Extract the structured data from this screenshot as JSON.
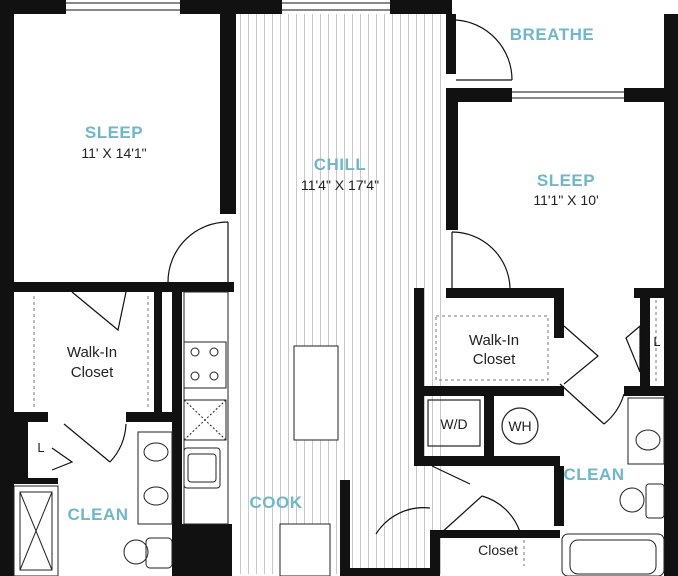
{
  "rooms": {
    "sleep1": {
      "name": "SLEEP",
      "dims": "11' X 14'1\""
    },
    "chill": {
      "name": "CHILL",
      "dims": "11'4\" X 17'4\""
    },
    "breathe": {
      "name": "BREATHE"
    },
    "sleep2": {
      "name": "SLEEP",
      "dims": "11'1\" X 10'"
    },
    "walkin1": {
      "line1": "Walk-In",
      "line2": "Closet"
    },
    "walkin2": {
      "line1": "Walk-In",
      "line2": "Closet"
    },
    "clean1": {
      "name": "CLEAN"
    },
    "clean2": {
      "name": "CLEAN"
    },
    "cook": {
      "name": "COOK"
    },
    "closet": {
      "name": "Closet"
    },
    "wd": {
      "label": "W/D"
    },
    "wh": {
      "label": "WH"
    },
    "linen1": {
      "label": "L"
    },
    "linen2": {
      "label": "L"
    }
  },
  "colors": {
    "wall": "#111111",
    "room_label": "#6fb7c9",
    "floor_line": "#c8c8c8"
  }
}
